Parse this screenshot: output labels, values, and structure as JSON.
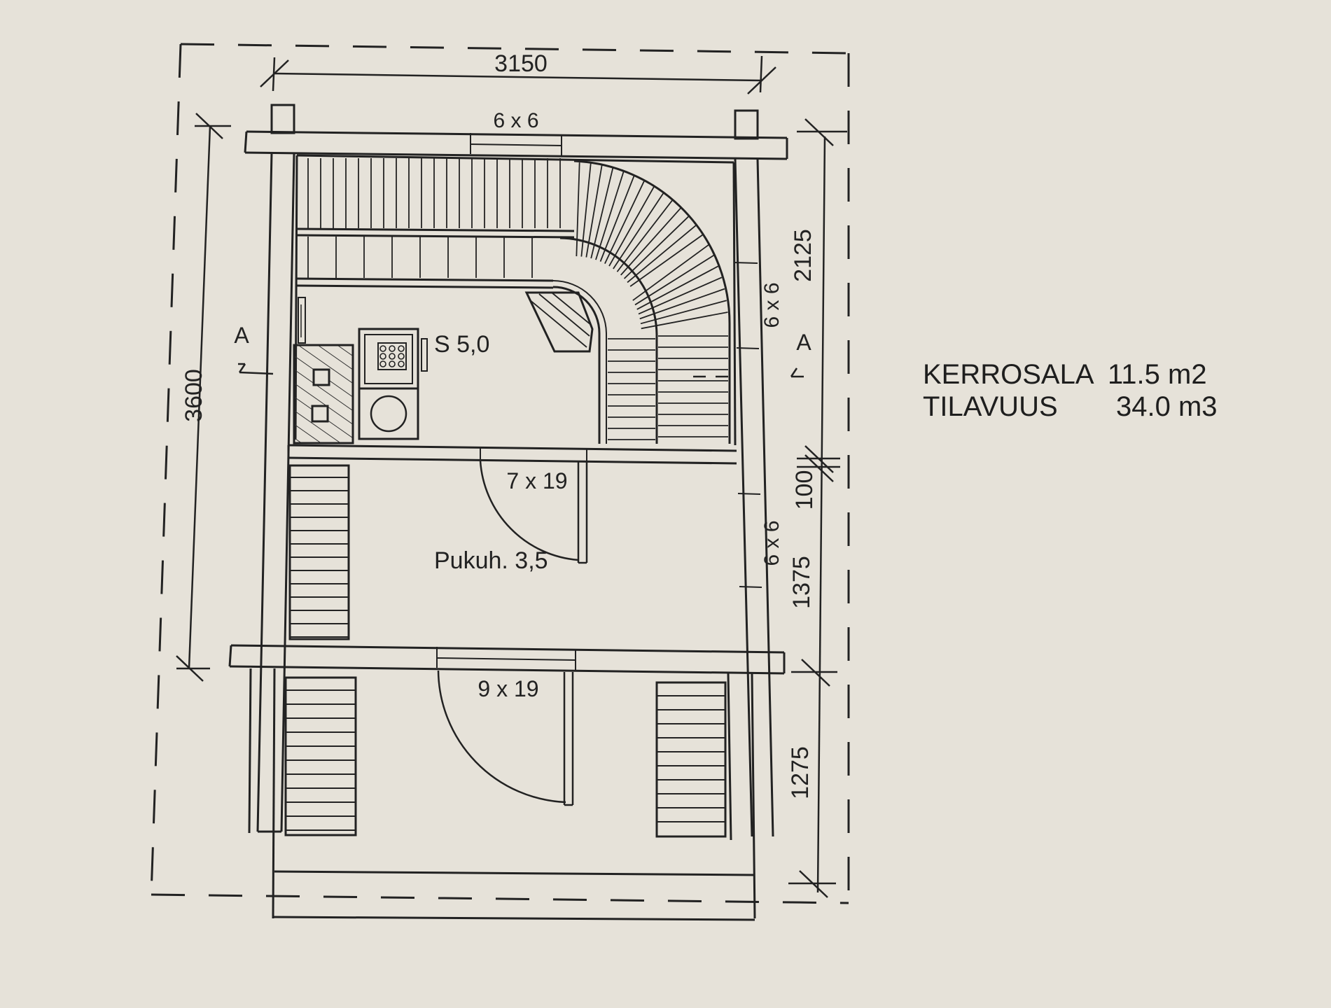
{
  "dimensions": {
    "width": "3150",
    "height": "3600",
    "sauna_depth": "2125",
    "wall_gap": "100",
    "dressing_depth": "1375",
    "porch_depth": "1275"
  },
  "openings": {
    "top_window": "6 x 6",
    "right_window_upper": "6 x 6",
    "right_window_lower": "6 x 6",
    "inner_door": "7 x 19",
    "outer_door": "9 x 19"
  },
  "rooms": {
    "sauna": "S 5,0",
    "dressing": "Pukuh. 3,5"
  },
  "section_markers": {
    "left": "A",
    "right": "A"
  },
  "summary": {
    "area_label": "KERROSALA",
    "area_value": "11.5 m2",
    "volume_label": "TILAVUUS",
    "volume_value": "34.0 m3"
  },
  "colors": {
    "paper": "#e6e2d9",
    "ink": "#222222"
  }
}
